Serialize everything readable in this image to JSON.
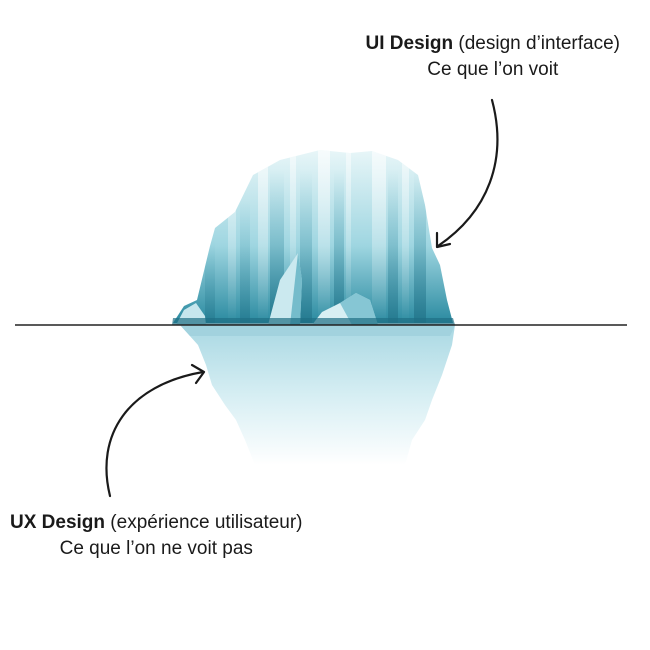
{
  "ui_label": {
    "title_bold": "UI Design",
    "title_rest": " (design d’interface)",
    "subtitle": "Ce que l’on voit"
  },
  "ux_label": {
    "title_bold": "UX Design",
    "title_rest": " (expérience utilisateur)",
    "subtitle": "Ce que l’on ne voit pas"
  },
  "colors": {
    "ice_light": "#d9f0f4",
    "ice_mid": "#8fcfdc",
    "ice_dark": "#2c8fa4",
    "ice_deep": "#1f6f85",
    "underwater_top": "#bfe2ea",
    "underwater_bottom": "#ffffff",
    "line": "#222222",
    "arrow": "#1a1a1a"
  }
}
